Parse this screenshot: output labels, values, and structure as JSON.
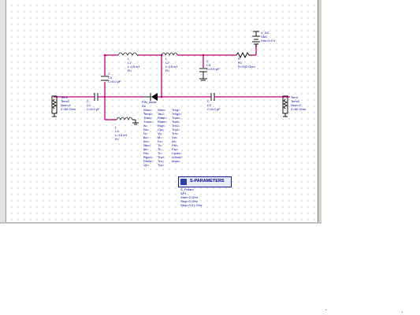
{
  "sources": {
    "vdc": {
      "name": "V_DC",
      "ref": "VDC",
      "value": "Vdc=3.0 V"
    }
  },
  "resistor": {
    "name": "R",
    "ref": "R1",
    "value": "R=330 Ohm"
  },
  "inductors": [
    {
      "name": "L",
      "ref": "L1",
      "value": "L=15 nH",
      "extra": "R="
    },
    {
      "name": "L",
      "ref": "L2",
      "value": "L=15 nH",
      "extra": "R="
    },
    {
      "name": "L",
      "ref": "L3",
      "value": "L=15 nH",
      "extra": "R="
    }
  ],
  "capacitors": [
    {
      "name": "C",
      "ref": "C1",
      "value": "C=5.0 pF"
    },
    {
      "name": "C",
      "ref": "C2",
      "value": "C=5.0 pF"
    },
    {
      "name": "C",
      "ref": "C3",
      "value": "C=5.0 pF"
    },
    {
      "name": "C",
      "ref": "C4",
      "value": "C=5.0 pF"
    }
  ],
  "terms": [
    {
      "name": "Term",
      "ref": "Term1",
      "num": "Num=1",
      "z": "Z=50 Ohm"
    },
    {
      "name": "Term",
      "ref": "Term2",
      "num": "Num=2",
      "z": "Z=50 Ohm"
    }
  ],
  "diode": {
    "name": "PIN_diode",
    "ref": "D1",
    "params_col1": [
      "Wsw=",
      "Temp=",
      "Trise=",
      "Tnom=",
      "Is=",
      "Rs=",
      "N=",
      "Bv=",
      "Ibv=",
      "Nbv=",
      "Ikf=",
      "Pb=",
      "Rgon=",
      "Rlmin=",
      "Vjr="
    ],
    "params_col2": [
      "Wav=",
      "Tau=",
      "Rlate=",
      "Rlate=",
      "Rsp=",
      "Cjo=",
      "Vj=",
      "M=",
      "Fc=",
      "Tt=",
      "Ti=",
      "Tr=",
      "Trw=",
      "Trz=",
      "Trp="
    ],
    "params_col3": [
      "Treg=",
      "Treg2=",
      "Trnw=",
      "Tcoil=",
      "Trn1=",
      "Trn2=",
      "Trn=",
      "Vs=",
      "Af=",
      "Ffe=",
      "Fsr=",
      "Cpole=",
      "Lbond=",
      "Imax="
    ]
  },
  "simulation": {
    "block_label": "S-PARAMETERS",
    "name": "S_Param",
    "ref": "SP1",
    "start": "Start=2 GHz",
    "stop": "Stop=3 GHz",
    "step": "Step=0.01 GHz"
  }
}
